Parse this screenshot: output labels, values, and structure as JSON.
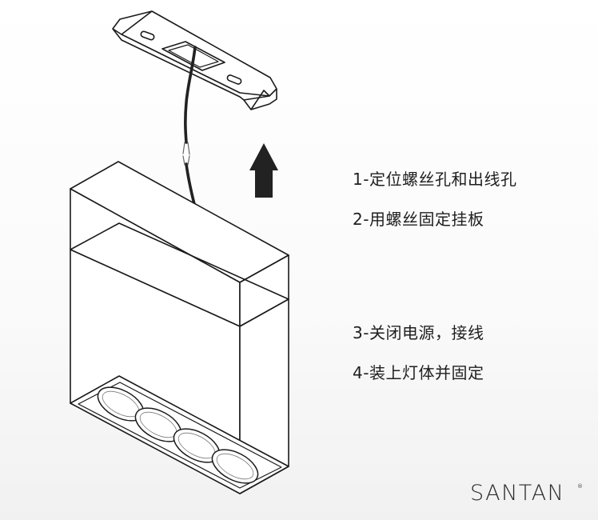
{
  "steps": [
    {
      "label": "1-定位螺丝孔和出线孔"
    },
    {
      "label": "2-用螺丝固定挂板"
    },
    {
      "label": "3-关闭电源，接线"
    },
    {
      "label": "4-装上灯体并固定"
    }
  ],
  "brand": {
    "name": "SANTAN",
    "mark": "®"
  },
  "colors": {
    "line": "#1a1a1a",
    "text": "#1f1f1f",
    "background": "#ffffff"
  }
}
